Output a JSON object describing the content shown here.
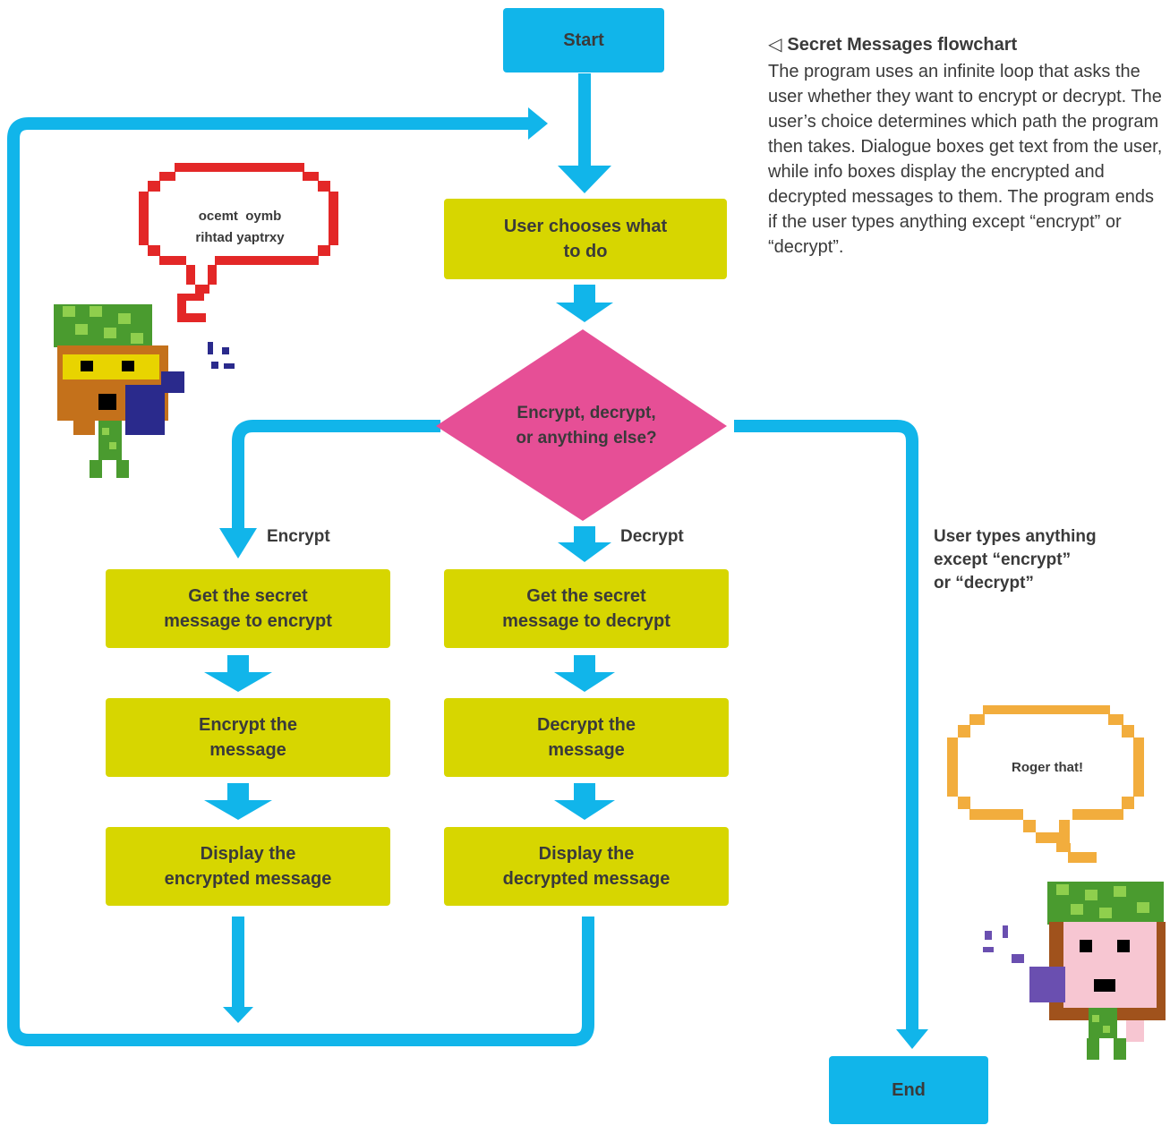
{
  "nodes": {
    "start": "Start",
    "choose": [
      "User chooses what",
      "to do"
    ],
    "decision": [
      "Encrypt, decrypt,",
      "or anything else?"
    ],
    "get_encrypt": [
      "Get the secret",
      "message to encrypt"
    ],
    "get_decrypt": [
      "Get the secret",
      "message to decrypt"
    ],
    "encrypt": [
      "Encrypt the",
      "message"
    ],
    "decrypt": [
      "Decrypt the",
      "message"
    ],
    "display_encrypted": [
      "Display the",
      "encrypted message"
    ],
    "display_decrypted": [
      "Display the",
      "decrypted message"
    ],
    "end": "End"
  },
  "edges": {
    "encrypt_label": "Encrypt",
    "decrypt_label": "Decrypt",
    "other_label": [
      "User types anything",
      "except “encrypt”",
      "or “decrypt”"
    ]
  },
  "speech": {
    "left": [
      "ocemt  oymb",
      "rihtad yaptrxy"
    ],
    "right": "Roger that!"
  },
  "caption": {
    "title": "Secret Messages flowchart",
    "marker": "◁",
    "body": "The program uses an infinite loop that asks the user whether they want to encrypt or decrypt. The user’s choice determines which path the program then takes. Dialogue boxes get text from the user, while info boxes display the encrypted and decrypted messages to them. The program ends if the user types anything except “encrypt” or “decrypt”."
  },
  "colors": {
    "terminal": "#11b5ea",
    "process": "#d7d600",
    "decision": "#e64f96",
    "flow": "#11b5ea",
    "bubble_left": "#e32727",
    "bubble_right": "#f2ad3d"
  }
}
